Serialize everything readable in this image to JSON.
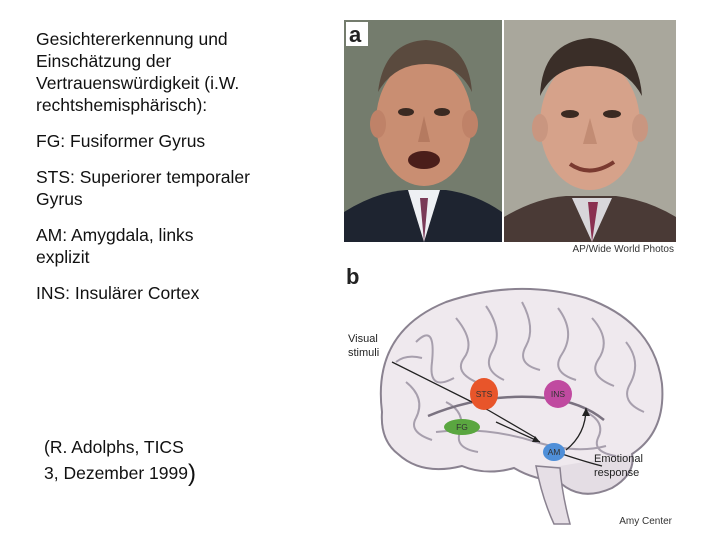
{
  "left_text": {
    "paragraphs": [
      "Gesichtererkennung und\nEinschätzung der\nVertrauenswürdigkeit (i.W.\nrechtshemisphärisch):",
      "FG: Fusiformer Gyrus",
      "STS: Superiorer temporaler\nGyrus",
      "AM: Amygdala, links\nexplizit",
      "INS: Insulärer Cortex"
    ],
    "citation": "(R. Adolphs, TICS\n3, Dezember 1999",
    "citation_close": ")"
  },
  "figure": {
    "panel_a": {
      "letter": "a",
      "credit": "AP/Wide World Photos"
    },
    "panel_b": {
      "letter": "b",
      "visual_label": "Visual\nstimuli",
      "emotional_label": "Emotional\nresponse",
      "credit": "Amy Center",
      "regions": [
        {
          "name": "STS",
          "color": "#e8552a"
        },
        {
          "name": "INS",
          "color": "#c04aa0"
        },
        {
          "name": "FG",
          "color": "#5aa640"
        },
        {
          "name": "AM",
          "color": "#4f8fd8"
        }
      ]
    }
  }
}
